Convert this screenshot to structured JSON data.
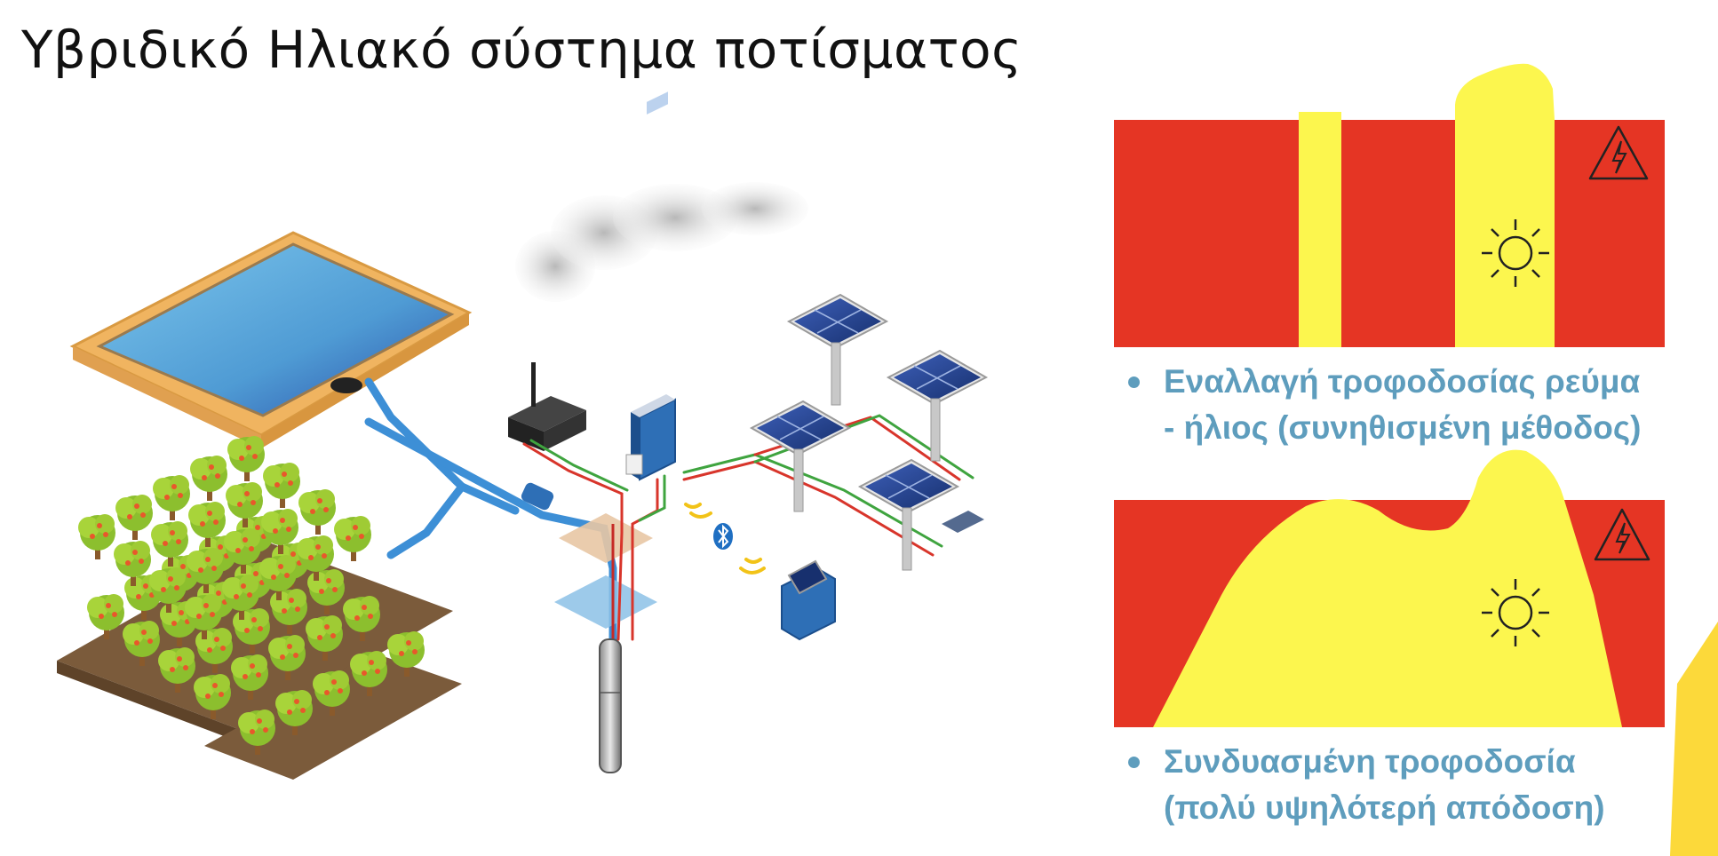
{
  "title": "Υβριδικό Ηλιακό σύστημα ποτίσματος",
  "panels": [
    {
      "bullet_line1": "Εναλλαγή τροφοδοσίας ρεύμα",
      "bullet_line2": "- ήλιος (συνηθισμένη μέθοδος)",
      "icons": [
        "high-voltage-warning-icon",
        "sun-icon"
      ]
    },
    {
      "bullet_line1": "Συνδυασμένη τροφοδοσία",
      "bullet_line2": "(πολύ υψηλότερή απόδοση)",
      "icons": [
        "high-voltage-warning-icon",
        "sun-icon"
      ]
    }
  ],
  "colors": {
    "grid_power": "#e53524",
    "solar_power": "#fcf64e",
    "bullet_text": "#5e9dbd",
    "water": "#5fb0de",
    "pipe_blue": "#3d8fd6",
    "cable_red": "#d8352b",
    "cable_green": "#3fa43f"
  }
}
